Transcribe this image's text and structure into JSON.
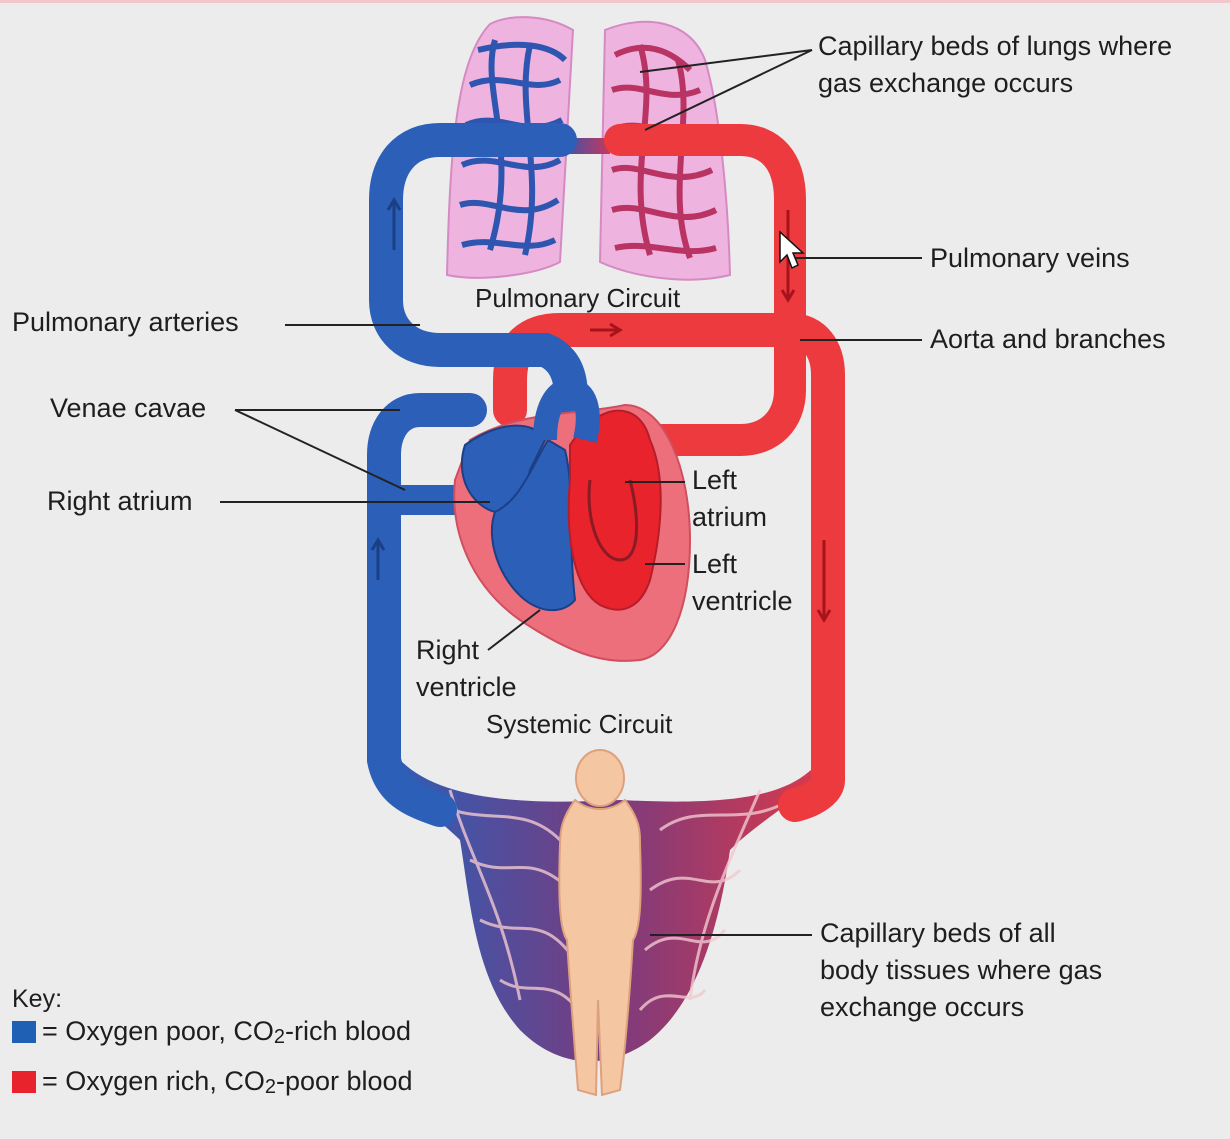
{
  "labels": {
    "lung_capillaries": "Capillary beds of lungs where\ngas exchange occurs",
    "pulmonary_veins": "Pulmonary veins",
    "pulmonary_circuit": "Pulmonary Circuit",
    "pulmonary_arteries": "Pulmonary arteries",
    "aorta": "Aorta and branches",
    "venae_cavae": "Venae cavae",
    "right_atrium": "Right atrium",
    "left_atrium": "Left\natrium",
    "left_ventricle": "Left\nventricle",
    "right_ventricle": "Right\nventricle",
    "systemic_circuit": "Systemic Circuit",
    "body_capillaries": "Capillary beds of all\nbody tissues where gas\nexchange occurs"
  },
  "key": {
    "title": "Key:",
    "poor": {
      "eq": "= Oxygen poor, CO",
      "sub": "2",
      "rest": "-rich blood",
      "color": "#1f5fb4"
    },
    "rich": {
      "eq": "= Oxygen rich, CO",
      "sub": "2",
      "rest": "-poor blood",
      "color": "#e8232c"
    }
  },
  "colors": {
    "oxygen_poor": "#2b5fb8",
    "oxygen_rich": "#ec3a3e",
    "lung_tissue": "#eeb3de",
    "heart_tissue": "#ee6f7c",
    "body_skin": "#f5c6a2"
  }
}
